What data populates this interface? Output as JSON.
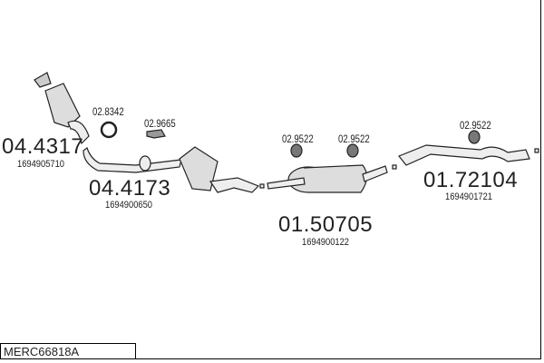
{
  "parts": [
    {
      "number": "04.4317",
      "oem": "1694905710"
    },
    {
      "number": "04.4173",
      "oem": "1694900650"
    },
    {
      "number": "01.50705",
      "oem": "1694900122"
    },
    {
      "number": "01.72104",
      "oem": "1694901721"
    }
  ],
  "accessories": [
    "02.8342",
    "02.9665",
    "02.9522",
    "02.9522",
    "02.9522"
  ],
  "diagram_code": "MERC66818A"
}
